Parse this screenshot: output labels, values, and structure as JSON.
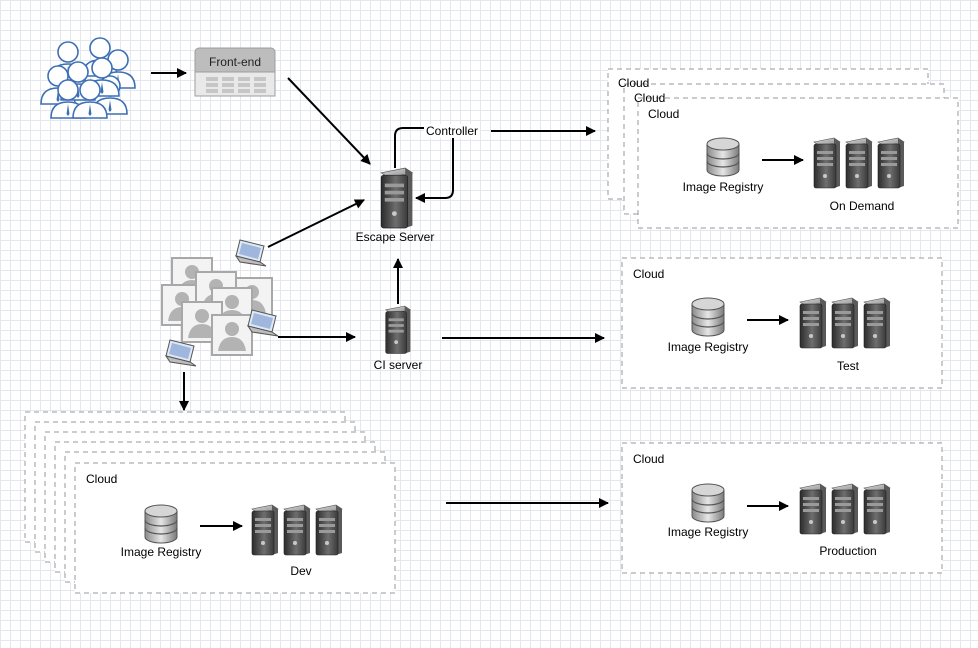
{
  "frontend": {
    "label": "Front-end"
  },
  "controller": {
    "label": "Controller"
  },
  "escape_server": {
    "label": "Escape Server"
  },
  "ci_server": {
    "label": "CI server"
  },
  "clouds": {
    "on_demand": {
      "title": "Cloud",
      "stack_titles": [
        "Cloud",
        "Cloud"
      ],
      "registry": "Image Registry",
      "servers": "On Demand"
    },
    "test": {
      "title": "Cloud",
      "registry": "Image Registry",
      "servers": "Test"
    },
    "production": {
      "title": "Cloud",
      "registry": "Image Registry",
      "servers": "Production"
    },
    "dev": {
      "title": "Cloud",
      "registry": "Image Registry",
      "servers": "Dev"
    }
  },
  "icons": {
    "users": "users-group-icon",
    "developers": "developer-contacts-icon",
    "laptop": "laptop-icon",
    "server": "server-tower-icon",
    "database": "database-icon",
    "frontend": "web-form-icon"
  },
  "colors": {
    "line": "#000000",
    "dashed_border": "#9a9a9a",
    "users_icon": "#3d6fb6",
    "frontend_box": "#bdbdbd",
    "server_dark": "#3a3a3a"
  }
}
